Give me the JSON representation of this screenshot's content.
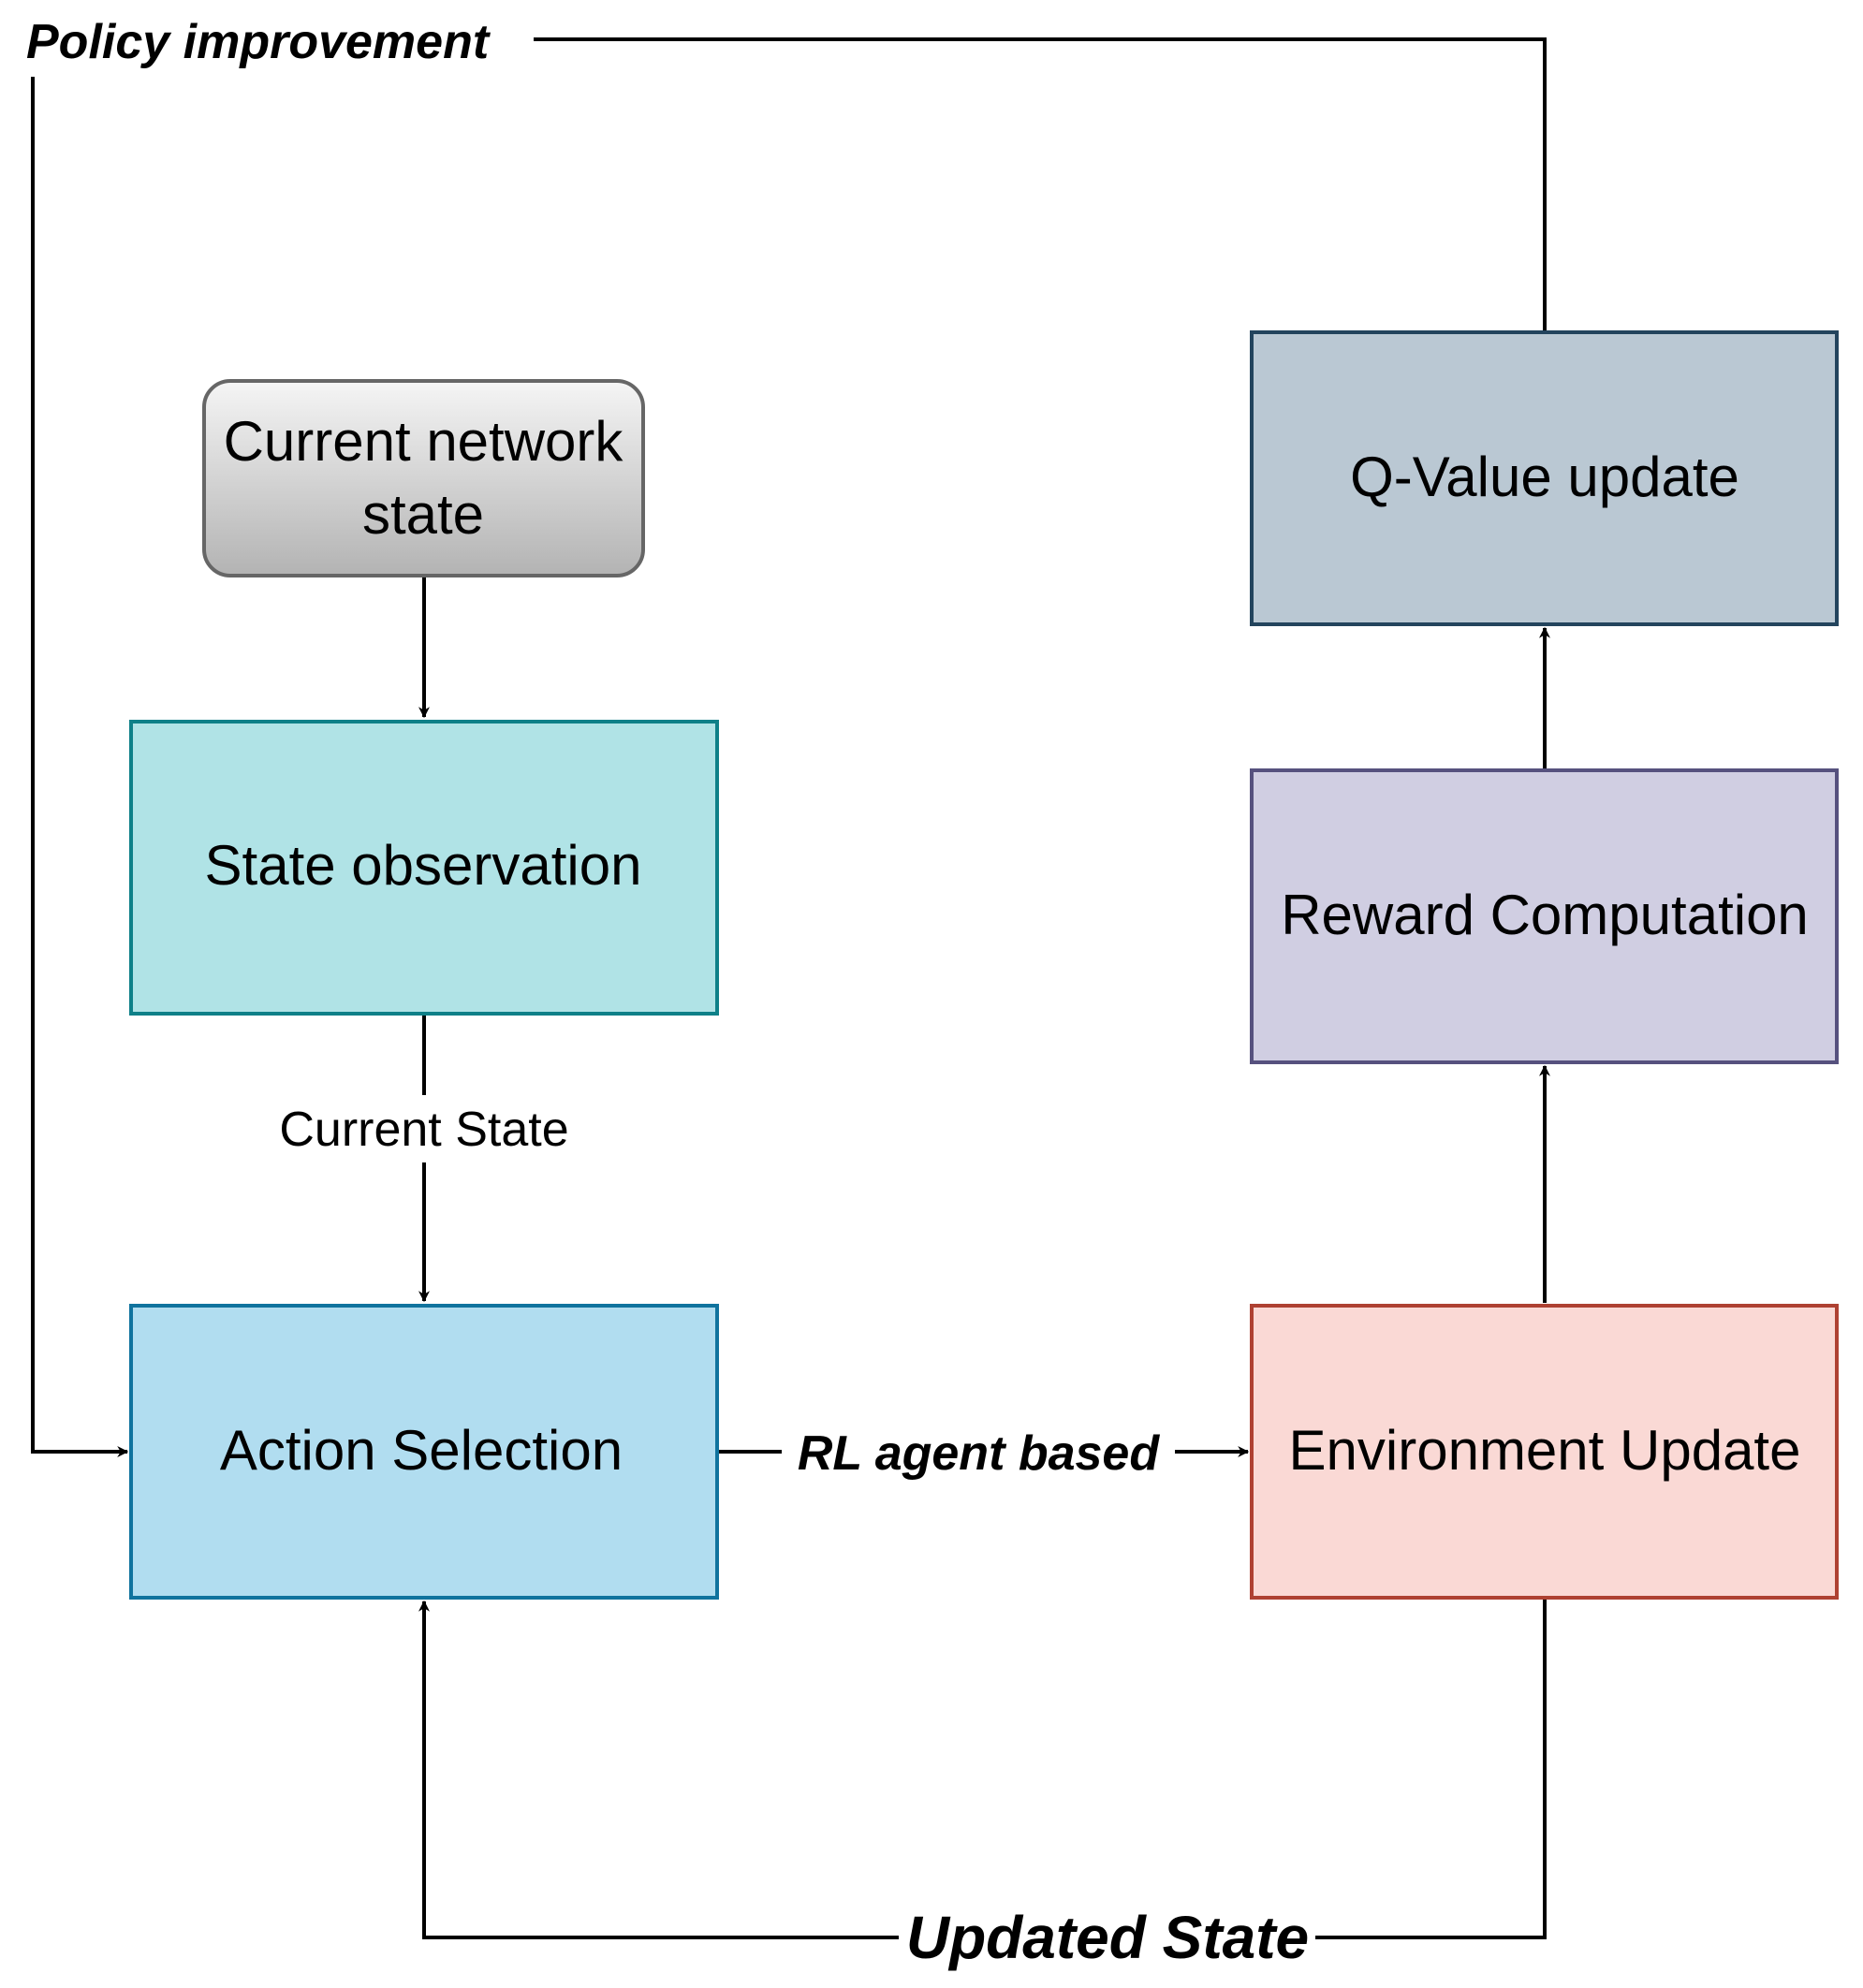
{
  "nodes": {
    "network_state": {
      "line1": "Current network",
      "line2": "state",
      "fill": "#d9d9d9",
      "stroke": "#666666"
    },
    "state_observation": {
      "label": "State observation",
      "fill": "#b0e3e6",
      "stroke": "#0e8088"
    },
    "action_selection": {
      "label": "Action Selection",
      "fill": "#b1ddf0",
      "stroke": "#10739e"
    },
    "environment_update": {
      "label": "Environment Update",
      "fill": "#fad9d5",
      "stroke": "#ae4132"
    },
    "reward_computation": {
      "label": "Reward Computation",
      "fill": "#d0cee2",
      "stroke": "#56517e"
    },
    "q_value_update": {
      "label": "Q-Value update",
      "fill": "#bac8d3",
      "stroke": "#23445d"
    }
  },
  "edges": {
    "current_state": "Current State",
    "rl_agent": "RL agent based",
    "updated_state": "Updated State",
    "policy_improvement": "Policy improvement"
  }
}
